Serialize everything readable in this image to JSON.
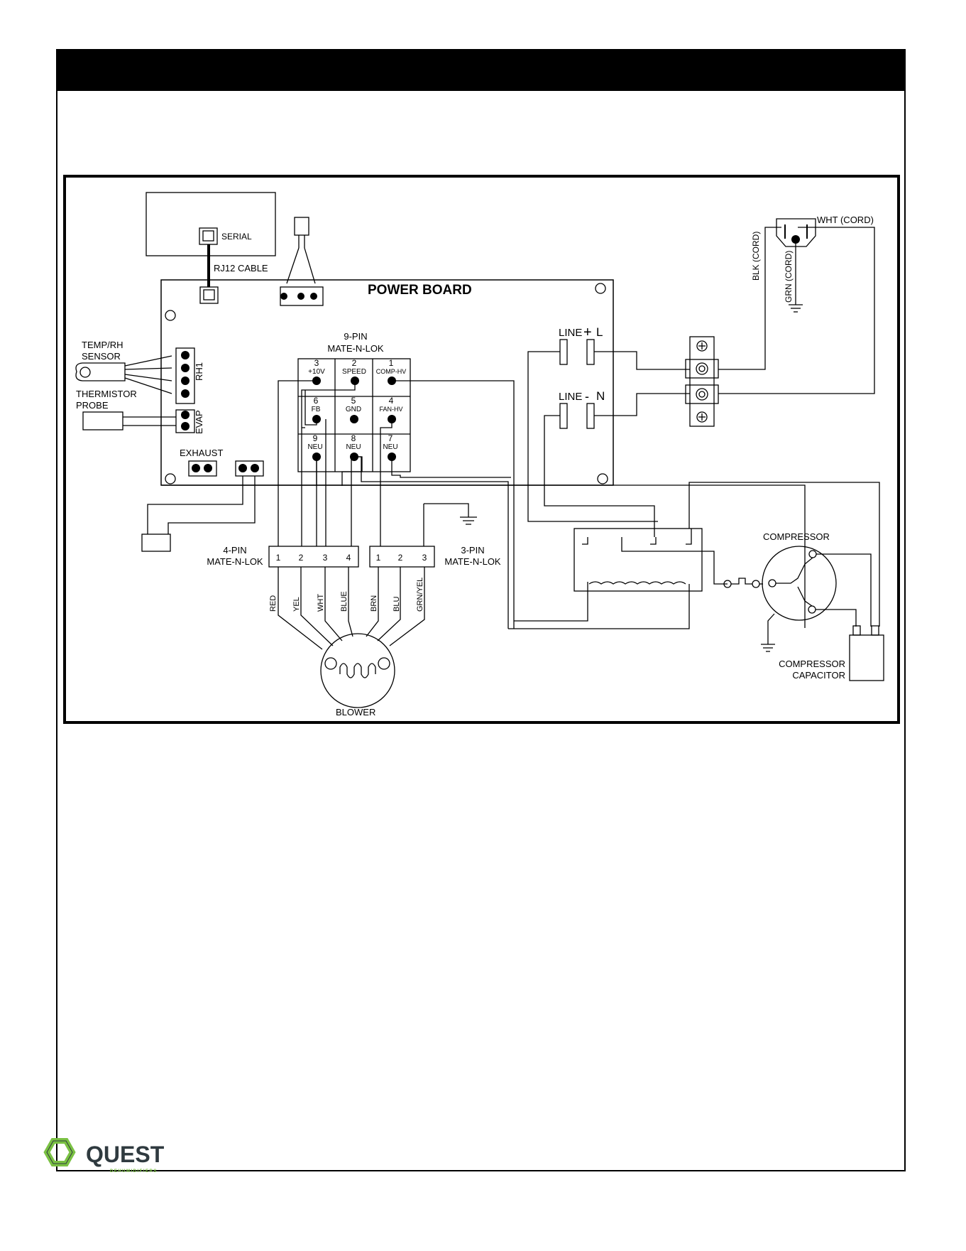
{
  "logo": {
    "name": "QUEST",
    "tagline": "DEHUMIDIFIERS",
    "icon": "hexagon-logo-icon",
    "accent": "#7ac143"
  },
  "diagram": {
    "serial": "SERIAL",
    "rj12_cable": "RJ12 CABLE",
    "power_board": "POWER BOARD",
    "temp_rh_sensor": [
      "TEMP/RH",
      "SENSOR"
    ],
    "rh1": "RH1",
    "thermistor_probe": [
      "THERMISTOR",
      "PROBE"
    ],
    "evap": "EVAP",
    "exhaust": "EXHAUST",
    "nine_pin_title": [
      "9-PIN",
      "MATE-N-LOK"
    ],
    "nine_pin_cells": [
      {
        "num": "3",
        "label": "+10V"
      },
      {
        "num": "2",
        "label": "SPEED"
      },
      {
        "num": "1",
        "label": "COMP-HV"
      },
      {
        "num": "6",
        "label": "FB"
      },
      {
        "num": "5",
        "label": "GND"
      },
      {
        "num": "4",
        "label": "FAN-HV"
      },
      {
        "num": "9",
        "label": "NEU"
      },
      {
        "num": "8",
        "label": "NEU"
      },
      {
        "num": "7",
        "label": "NEU"
      }
    ],
    "line_l": "LINE",
    "line_l_symbol": "+",
    "line_l_letter": "L",
    "line_n": "LINE",
    "line_n_symbol": "-",
    "line_n_letter": "N",
    "blk_cord": "BLK (CORD)",
    "wht_cord": "WHT (CORD)",
    "grn_cord": "GRN (CORD)",
    "four_pin_title": [
      "4-PIN",
      "MATE-N-LOK"
    ],
    "four_pin_nums": [
      "1",
      "2",
      "3",
      "4"
    ],
    "three_pin_title": [
      "3-PIN",
      "MATE-N-LOK"
    ],
    "three_pin_nums": [
      "1",
      "2",
      "3"
    ],
    "wire_colors": [
      "RED",
      "YEL",
      "WHT",
      "BLUE",
      "BRN",
      "BLU",
      "GRN/YEL"
    ],
    "blower": "BLOWER",
    "compressor": "COMPRESSOR",
    "compressor_capacitor": [
      "COMPRESSOR",
      "CAPACITOR"
    ]
  }
}
